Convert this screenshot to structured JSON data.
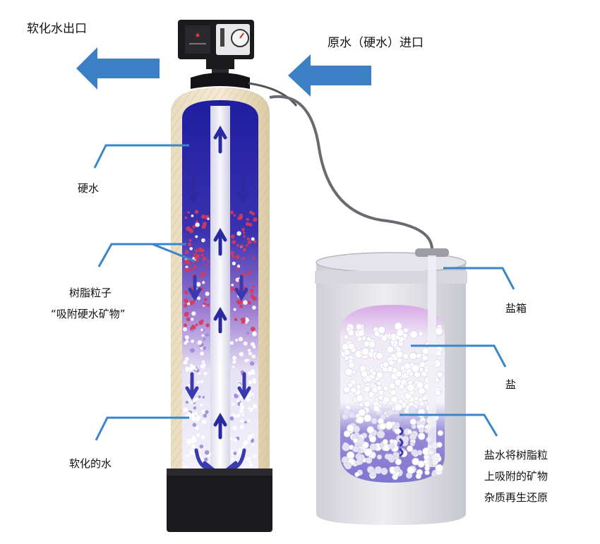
{
  "labels": {
    "soft_outlet": "软化水出口",
    "raw_inlet": "原水（硬水）进口",
    "hard_water": "硬水",
    "resin_line1": "树脂粒子",
    "resin_line2": "“吸附硬水矿物”",
    "softened_water": "软化的水",
    "salt_box": "盐箱",
    "salt": "盐",
    "regen_line1": "盐水将树脂粒",
    "regen_line2": "上吸附的矿物",
    "regen_line3": "杂质再生还原"
  },
  "colors": {
    "arrow_blue": "#3b7fc4",
    "leader_blue": "#3a86c8",
    "tank_blue": "#2f2fa8",
    "resin_red": "#d63a5a",
    "salt_purple": "#c9a3e0"
  }
}
